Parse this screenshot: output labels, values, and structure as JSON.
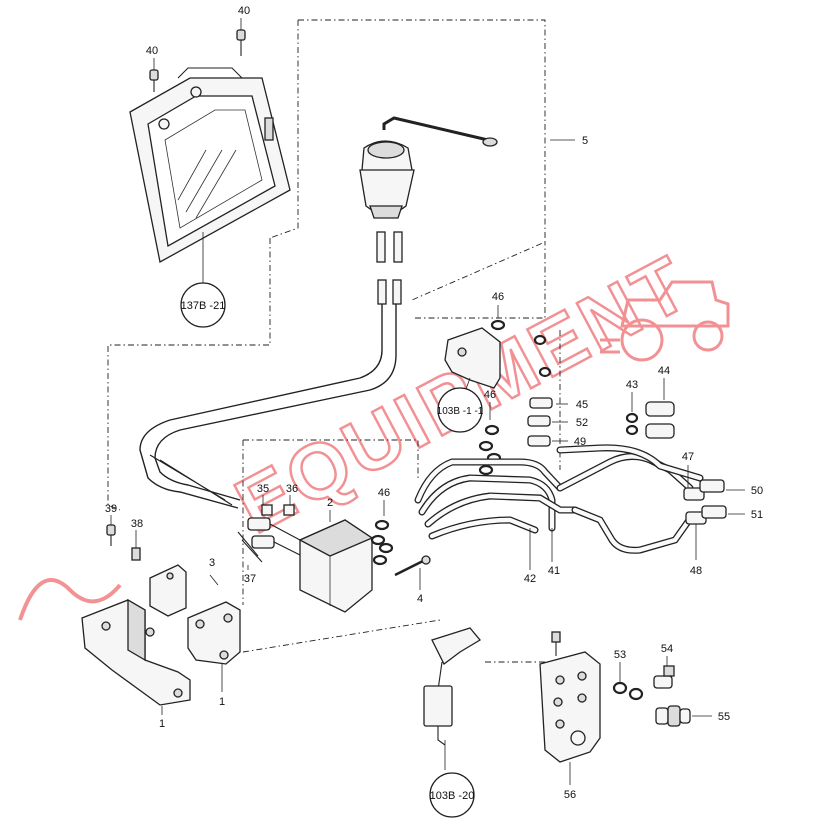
{
  "watermark": {
    "text": "EQUIPMENT",
    "color": "#e8383d"
  },
  "accent_colors": {
    "highlighted_callout": "#9a7d00"
  },
  "callouts": [
    {
      "id": "c40a",
      "label": "40",
      "highlight": false
    },
    {
      "id": "c40b",
      "label": "40",
      "highlight": false
    },
    {
      "id": "c5",
      "label": "5",
      "highlight": false
    },
    {
      "id": "c46a",
      "label": "46",
      "highlight": false
    },
    {
      "id": "c43",
      "label": "43",
      "highlight": false
    },
    {
      "id": "c44",
      "label": "44",
      "highlight": true
    },
    {
      "id": "c46b",
      "label": "46",
      "highlight": false
    },
    {
      "id": "c45",
      "label": "45",
      "highlight": false
    },
    {
      "id": "c52",
      "label": "52",
      "highlight": false
    },
    {
      "id": "c49",
      "label": "49",
      "highlight": false
    },
    {
      "id": "c47",
      "label": "47",
      "highlight": false
    },
    {
      "id": "c50",
      "label": "50",
      "highlight": false
    },
    {
      "id": "c51",
      "label": "51",
      "highlight": false
    },
    {
      "id": "c48",
      "label": "48",
      "highlight": false
    },
    {
      "id": "c35",
      "label": "35",
      "highlight": false
    },
    {
      "id": "c36",
      "label": "36",
      "highlight": false
    },
    {
      "id": "c2",
      "label": "2",
      "highlight": false
    },
    {
      "id": "c46c",
      "label": "46",
      "highlight": false
    },
    {
      "id": "c39",
      "label": "39",
      "highlight": false
    },
    {
      "id": "c38",
      "label": "38",
      "highlight": false
    },
    {
      "id": "c3",
      "label": "3",
      "highlight": false
    },
    {
      "id": "c37",
      "label": "37",
      "highlight": true
    },
    {
      "id": "c42",
      "label": "42",
      "highlight": false
    },
    {
      "id": "c41",
      "label": "41",
      "highlight": false
    },
    {
      "id": "c4",
      "label": "4",
      "highlight": false
    },
    {
      "id": "c1a",
      "label": "1",
      "highlight": false
    },
    {
      "id": "c1b",
      "label": "1",
      "highlight": false
    },
    {
      "id": "c53",
      "label": "53",
      "highlight": false
    },
    {
      "id": "c54",
      "label": "54",
      "highlight": false
    },
    {
      "id": "c55",
      "label": "55",
      "highlight": false
    },
    {
      "id": "c56",
      "label": "56",
      "highlight": false
    }
  ],
  "references": [
    {
      "id": "r137",
      "label": "137B -21"
    },
    {
      "id": "r103a",
      "label": "103B -1 -1"
    },
    {
      "id": "r103b",
      "label": "103B -20"
    }
  ]
}
